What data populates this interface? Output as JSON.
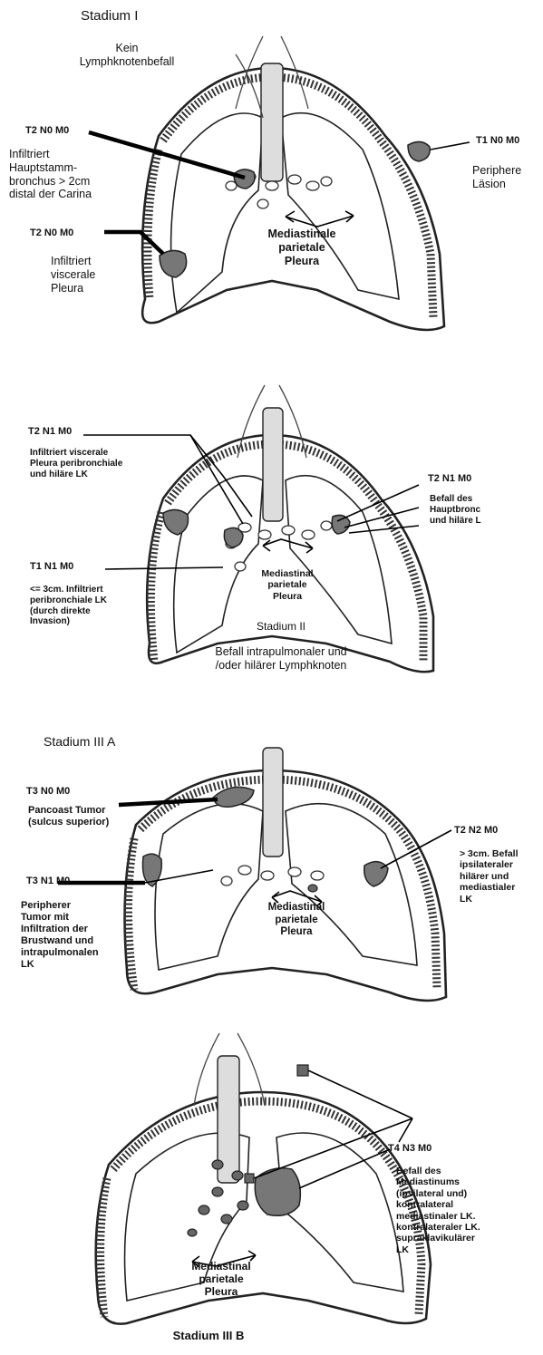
{
  "stage1": {
    "title": "Stadium I",
    "subtitle": "Kein\nLymphknotenbefall",
    "label_a_code": "T2 N0 M0",
    "label_a_text": "Infiltriert\nHauptstamm-\nbronchus > 2cm\ndistal der Carina",
    "label_b_code": "T2 N0 M0",
    "label_b_text": "Infiltriert\nviscerale\nPleura",
    "label_c_code": "T1 N0 M0",
    "label_c_text": "Periphere\nLäsion",
    "center_label": "Mediastinale\nparietale\nPleura"
  },
  "stage2": {
    "label_a_code": "T2 N1 M0",
    "label_a_text": "Infiltriert viscerale\nPleura  peribronchiale\nund hiläre LK",
    "label_b_code": "T1 N1 M0",
    "label_b_text": "<= 3cm. Infiltriert\nperibronchiale LK\n(durch direkte\nInvasion)",
    "label_c_code": "T2 N1 M0",
    "label_c_text": "Befall des\nHauptbronc\nund hiläre L",
    "center_label": "Mediastinal\nparietale\nPleura",
    "stage_title": "Stadium II",
    "caption": "Befall intrapulmonaler und\n/oder hilärer Lymphknoten"
  },
  "stage3a": {
    "title": "Stadium III A",
    "label_a_code": "T3 N0 M0",
    "label_a_text": "Pancoast Tumor\n(sulcus superior)",
    "label_b_code": "T3 N1 M0",
    "label_b_text": "Peripherer\nTumor mit\nInfiltration der\nBrustwand und\nintrapulmonalen\nLK",
    "label_c_code": "T2 N2 M0",
    "label_c_text": "> 3cm. Befall\nipsilateraler\nhilärer und\nmediastialer\nLK",
    "center_label": "Mediastinal\nparietale\nPleura"
  },
  "stage3b": {
    "label_code": "T4 N3 M0",
    "label_text": "Befall des\nMediastinums\n(ipsilateral und)\nkontralateral\nmediastinaler LK.\nkontralateraler LK.\nsupraklavikulärer\nLK",
    "center_label": "Mediastinal\nparietale\nPleura",
    "stage_title": "Stadium III B"
  }
}
